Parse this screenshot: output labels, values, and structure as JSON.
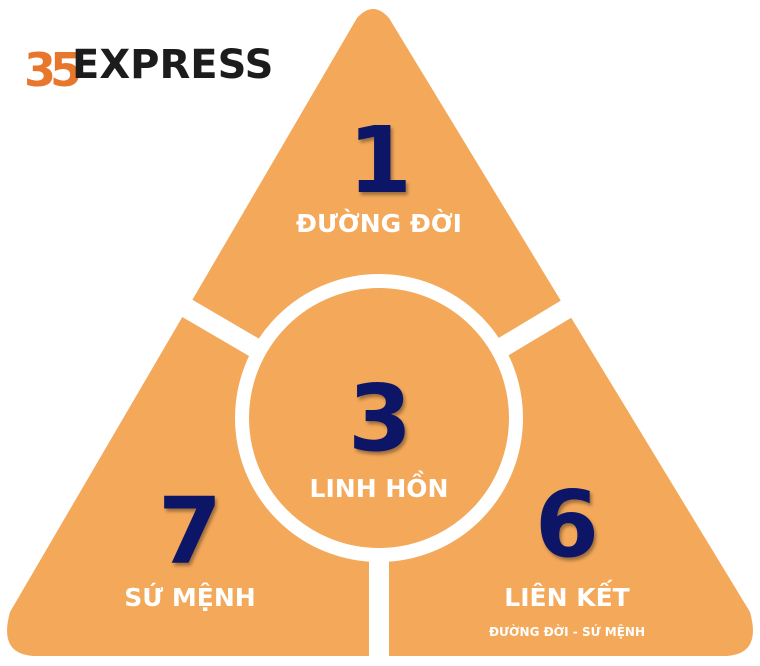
{
  "logo": {
    "prefix": "35",
    "text": "EXPRESS"
  },
  "segments": {
    "top": {
      "number": "1",
      "label": "ĐƯỜNG ĐỜI"
    },
    "center": {
      "number": "3",
      "label": "LINH HỒN"
    },
    "left": {
      "number": "7",
      "label": "SỨ MỆNH"
    },
    "right": {
      "number": "6",
      "label": "LIÊN KẾT",
      "sublabel": "ĐƯỜNG ĐỜI - SỨ MỆNH"
    }
  },
  "colors": {
    "fill": "#F3A85A",
    "number": "#0B1466",
    "label": "#FFFFFF",
    "logo_accent": "#E8772E",
    "logo_text": "#1C1C1C"
  }
}
